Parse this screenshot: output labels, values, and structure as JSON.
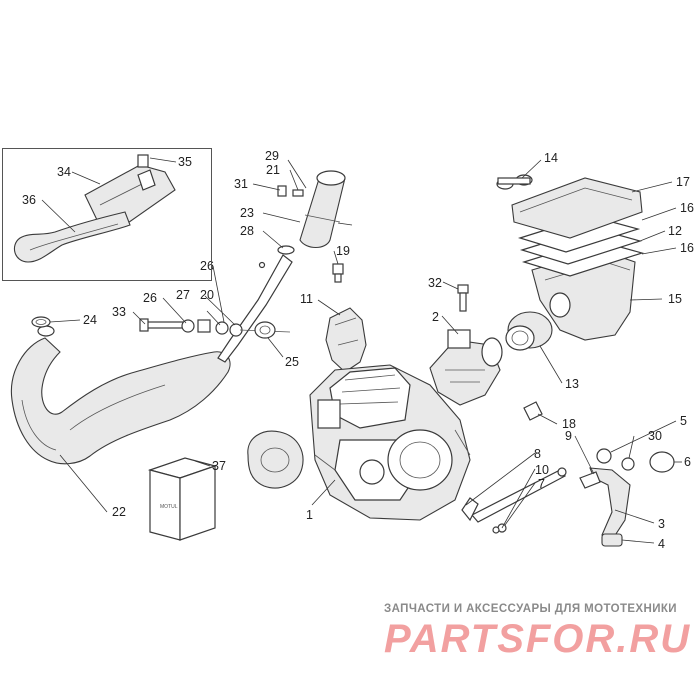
{
  "labels": {
    "l1": "1",
    "l2": "2",
    "l3": "3",
    "l4": "4",
    "l5": "5",
    "l6": "6",
    "l7": "7",
    "l8": "8",
    "l9": "9",
    "l10": "10",
    "l11": "11",
    "l12": "12",
    "l13": "13",
    "l14": "14",
    "l15": "15",
    "l16a": "16",
    "l16b": "16",
    "l17": "17",
    "l18": "18",
    "l19": "19",
    "l20": "20",
    "l21": "21",
    "l22": "22",
    "l23": "23",
    "l24": "24",
    "l25": "25",
    "l26a": "26",
    "l26b": "26",
    "l27": "27",
    "l28": "28",
    "l29": "29",
    "l30": "30",
    "l31": "31",
    "l32": "32",
    "l33": "33",
    "l34": "34",
    "l35": "35",
    "l36": "36",
    "l37": "37"
  },
  "watermark": {
    "tagline": "ЗАПЧАСТИ И АКСЕССУАРЫ ДЛЯ МОТОТЕХНИКИ",
    "logo": "PARTSFOR.RU",
    "logo_color": "#f2a0a0"
  },
  "colors": {
    "line": "#3a3a3a",
    "background": "#ffffff"
  }
}
